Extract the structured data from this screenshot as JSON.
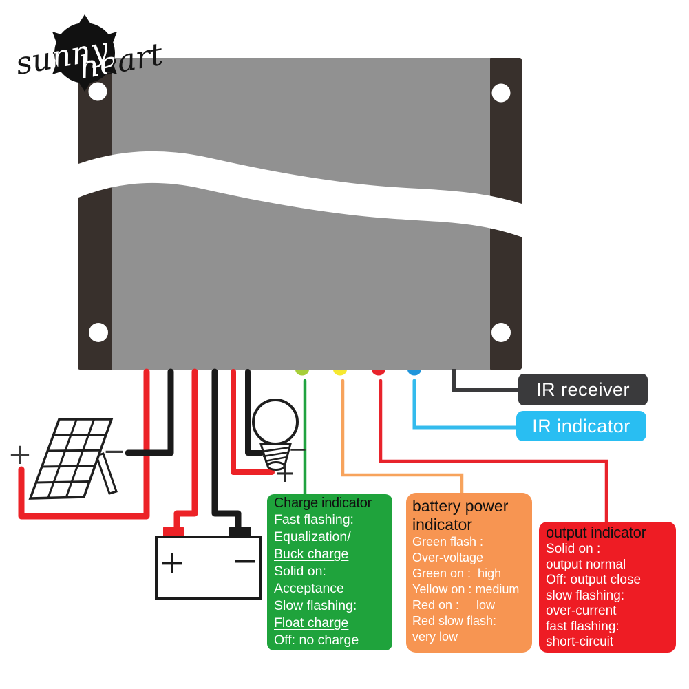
{
  "logo": {
    "word1": "sunny",
    "word2": "heart"
  },
  "callouts": {
    "ir_receiver": {
      "label": "IR receiver",
      "bg": "#3A3A3C",
      "text_color": "#FFFFFF"
    },
    "ir_indicator": {
      "label": "IR indicator",
      "bg": "#29BEF2",
      "text_color": "#FFFFFF"
    }
  },
  "boxes": {
    "charge": {
      "title": "Charge indicator",
      "bg": "#1FA33C",
      "lines": [
        "Fast flashing:",
        "Equalization/",
        "Buck charge",
        "Solid on:",
        "Acceptance",
        "Slow flashing:",
        "Float charge",
        "Off: no charge"
      ],
      "underlined_lines": [
        2,
        4,
        6
      ]
    },
    "battery_power": {
      "title": "battery power indicator",
      "bg": "#F79552",
      "lines": [
        "Green flash :",
        "Over-voltage",
        "Green on :  high",
        "Yellow on : medium",
        "Red on :     low",
        "Red slow flash:",
        "very low"
      ]
    },
    "output": {
      "title": "output indicator",
      "bg": "#EE1C24",
      "lines": [
        "Solid on :",
        "output normal",
        "Off: output close",
        "slow flashing:",
        "over-current",
        "fast flashing:",
        "short-circuit"
      ]
    }
  },
  "symbols": {
    "solar_plus": "+",
    "solar_minus": "−",
    "battery_plus": "+",
    "battery_minus": "−",
    "bulb_plus": "+",
    "bulb_minus": "−"
  },
  "leds": [
    "green",
    "yellow",
    "red",
    "blue"
  ],
  "colors": {
    "device_body": "#919191",
    "device_flange": "#38302C",
    "stripe": "#FFFFFF",
    "wire_red": "#EC2227",
    "wire_black": "#1A1A1A",
    "led_green": "#A6CE39",
    "led_yellow": "#F6E830",
    "led_red": "#E8232B",
    "led_blue": "#2095DB",
    "line_green": "#1FA23F",
    "line_orange": "#F7A35C",
    "line_red": "#E8232B",
    "line_blue": "#33BBED"
  }
}
